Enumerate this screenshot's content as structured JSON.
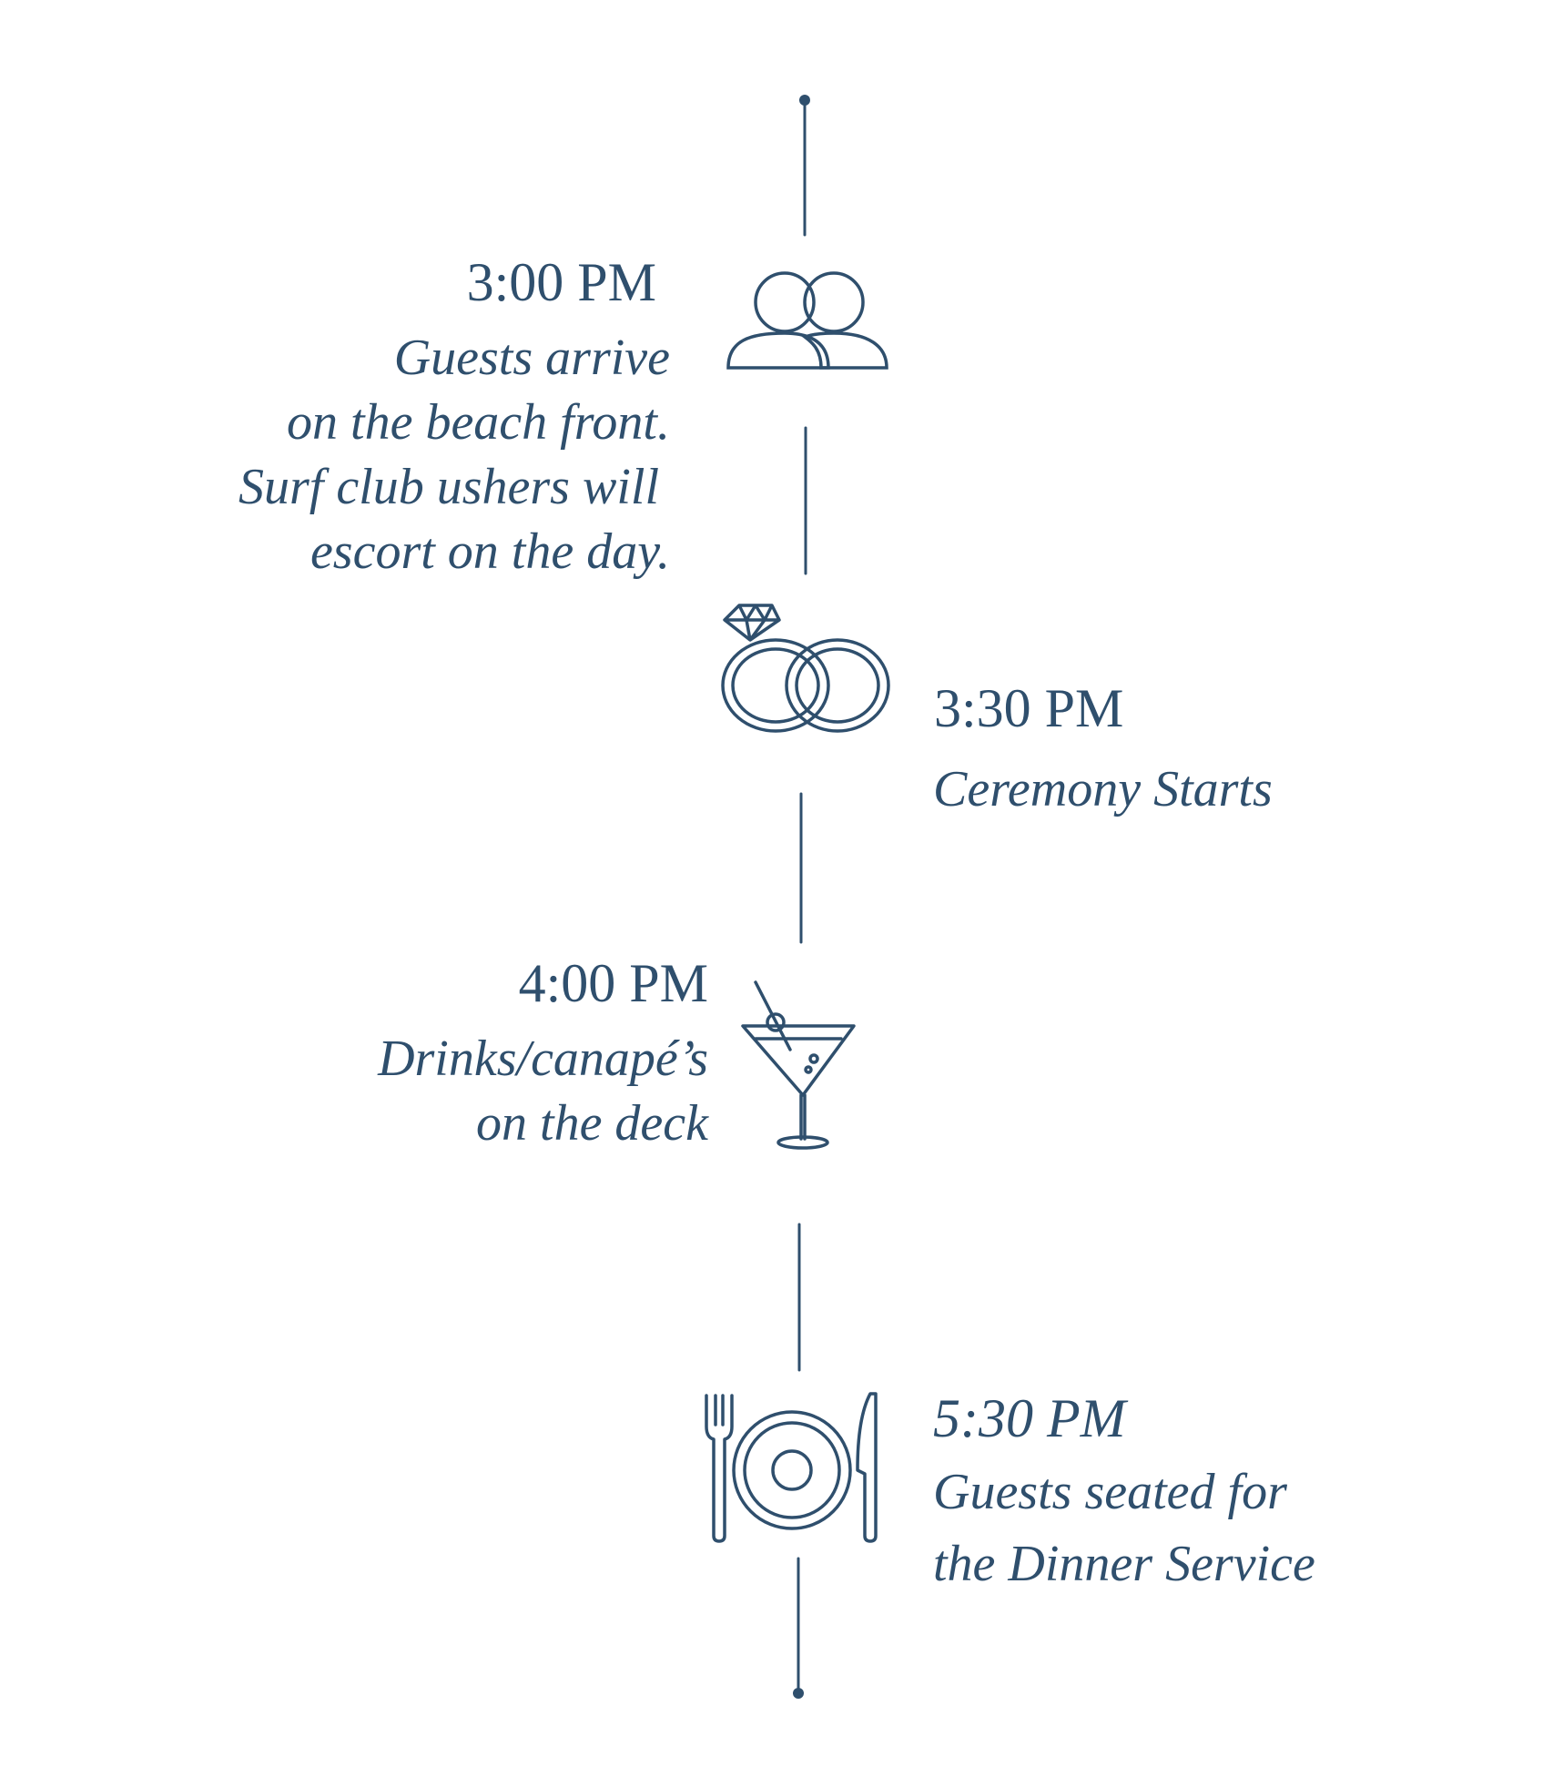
{
  "colors": {
    "ink": "#2f4f6d",
    "background": "#ffffff"
  },
  "events": [
    {
      "time": "3:00 PM",
      "lines": [
        "Guests arrive",
        "on the beach front.",
        "Surf club ushers will",
        "escort on the day."
      ],
      "icon": "guests-icon",
      "side": "left"
    },
    {
      "time": "3:30 PM",
      "lines": [
        "Ceremony Starts"
      ],
      "icon": "wedding-rings-icon",
      "side": "right"
    },
    {
      "time": "4:00 PM",
      "lines": [
        "Drinks/canapé’s",
        "on the deck"
      ],
      "icon": "cocktail-icon",
      "side": "left"
    },
    {
      "time": "5:30 PM",
      "lines": [
        "Guests seated for",
        "the Dinner Service"
      ],
      "icon": "dinner-plate-icon",
      "side": "right"
    }
  ]
}
